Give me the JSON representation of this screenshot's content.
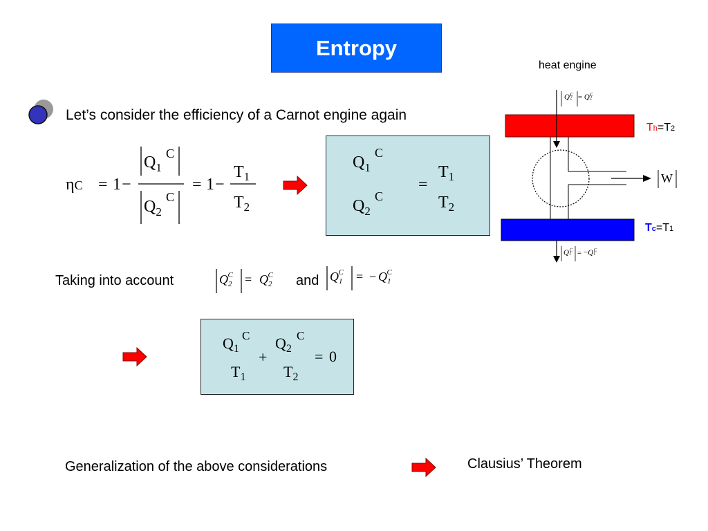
{
  "slide": {
    "title": "Entropy",
    "bullet_text": "Let’s consider the efficiency of a Carnot engine again",
    "taking_text": "Taking into account",
    "and_text": "and",
    "generalization_text": "Generalization of the above considerations",
    "clausius_text": "Clausius’ Theorem"
  },
  "formulas": {
    "eta": "η",
    "sub_C": "C",
    "one": "1",
    "two": "2",
    "equals": "=",
    "minus": "−",
    "plus": "+",
    "zero": "0",
    "Q": "Q",
    "T": "T",
    "sup_C": "C"
  },
  "diagram": {
    "label": "heat engine",
    "hot_T": "T",
    "hot_sub": "h",
    "hot_rhs": "=T",
    "hot_rhs_sub": "2",
    "cold_T": "T",
    "cold_sub": "c",
    "cold_rhs": "=T",
    "cold_rhs_sub": "1",
    "work": "W",
    "colors": {
      "hot": "#ff0000",
      "cold": "#0000ff",
      "box": "#c6e4e8",
      "title": "#0066ff",
      "arrow": "#ff0000"
    }
  }
}
